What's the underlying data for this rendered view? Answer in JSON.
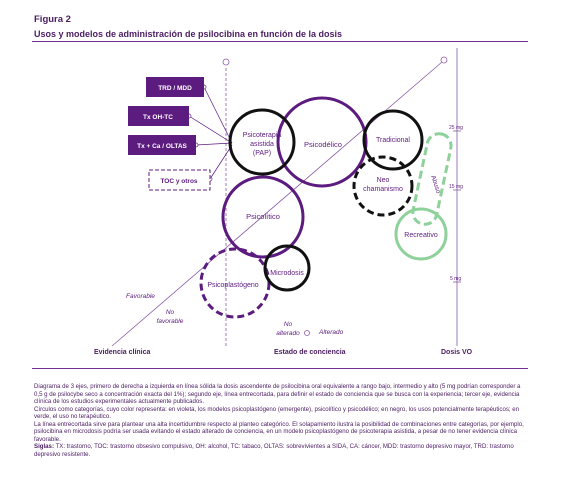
{
  "header": {
    "figure_label": "Figura 2",
    "title": "Usos y modelos de administración de psilocibina en función de la dosis"
  },
  "diagram": {
    "indications": [
      "TRD / MDD",
      "Tx OH-TC",
      "Tx + Ca / OLTAS",
      "TOC y otros"
    ],
    "circles": {
      "psicoterapia": "Psicoterapia asistida (PAP)",
      "psicoterapia_lines": [
        "Psicoterapia",
        "asistida",
        "(PAP)"
      ],
      "psicodelico": "Psicodélico",
      "psicolitico": "Psicolítico",
      "microdosis": "Microdosis",
      "psicoplastogeno": "Psicoplastógeno",
      "tradicional": "Tradicional",
      "neochamanismo": "Neo chamanismo",
      "neochamanismo_lines": [
        "Neo",
        "chamanismo"
      ],
      "recreativo": "Recreativo",
      "abuso": "Abuso"
    },
    "axes": {
      "evidencia": "Evidencia clínica",
      "conciencia": "Estado de conciencia",
      "dosis": "Dosis VO"
    },
    "axis_values": {
      "favorable": "Favorable",
      "no_favorable": "No favorable",
      "no_favorable_lines": [
        "No",
        "favorable"
      ],
      "no_alterado": "No alterado",
      "no_alterado_lines": [
        "No",
        "alterado"
      ],
      "alterado": "Alterado"
    },
    "dose_ticks": [
      "25 mg",
      "15 mg",
      "5 mg"
    ],
    "colors": {
      "violet": "#5c1b7f",
      "black": "#111111",
      "green": "#8ed19a",
      "axis": "#8a5aa8"
    }
  },
  "caption": {
    "p1": "Diagrama de 3 ejes, primero de derecha a izquierda en línea sólida la dosis ascendente de psilocibina oral equivalente a rango bajo, intermedio y alto (5 mg podrían corresponder a 0,5 g de psilocybe seco a concentración exacta del 1%); segundo eje, línea entrecortada, para definir el estado de conciencia que se busca con la experiencia; tercer eje, evidencia clínica de los estudios experimentales actualmente publicados.",
    "p2": "Círculos como categorías, cuyo color representa: en violeta, los modelos psicoplastógeno (emergente), psicolítico y psicodélico; en negro, los usos potencialmente terapéuticos; en verde, el uso no terapéutico.",
    "p3": "La línea entrecortada sirve para plantear una alta incertidumbre respecto al planteo categórico. El solapamiento ilustra la posibilidad de combinaciones entre categorías, por ejemplo, psilocibina en microdosis podría ser usada evitando el estado alterado de conciencia, en un modelo psicoplastógeno de psicoterapia asistida, a pesar de no tener evidencia clínica favorable.",
    "siglas_label": "Siglas:",
    "siglas_text": " TX: trastorno, TOC: trastorno obsesivo compulsivo, OH: alcohol, TC: tabaco, OLTAS: sobrevivientes a SIDA, CA: cáncer, MDD: trastorno depresivo mayor, TRD: trastorno depresivo resistente."
  }
}
